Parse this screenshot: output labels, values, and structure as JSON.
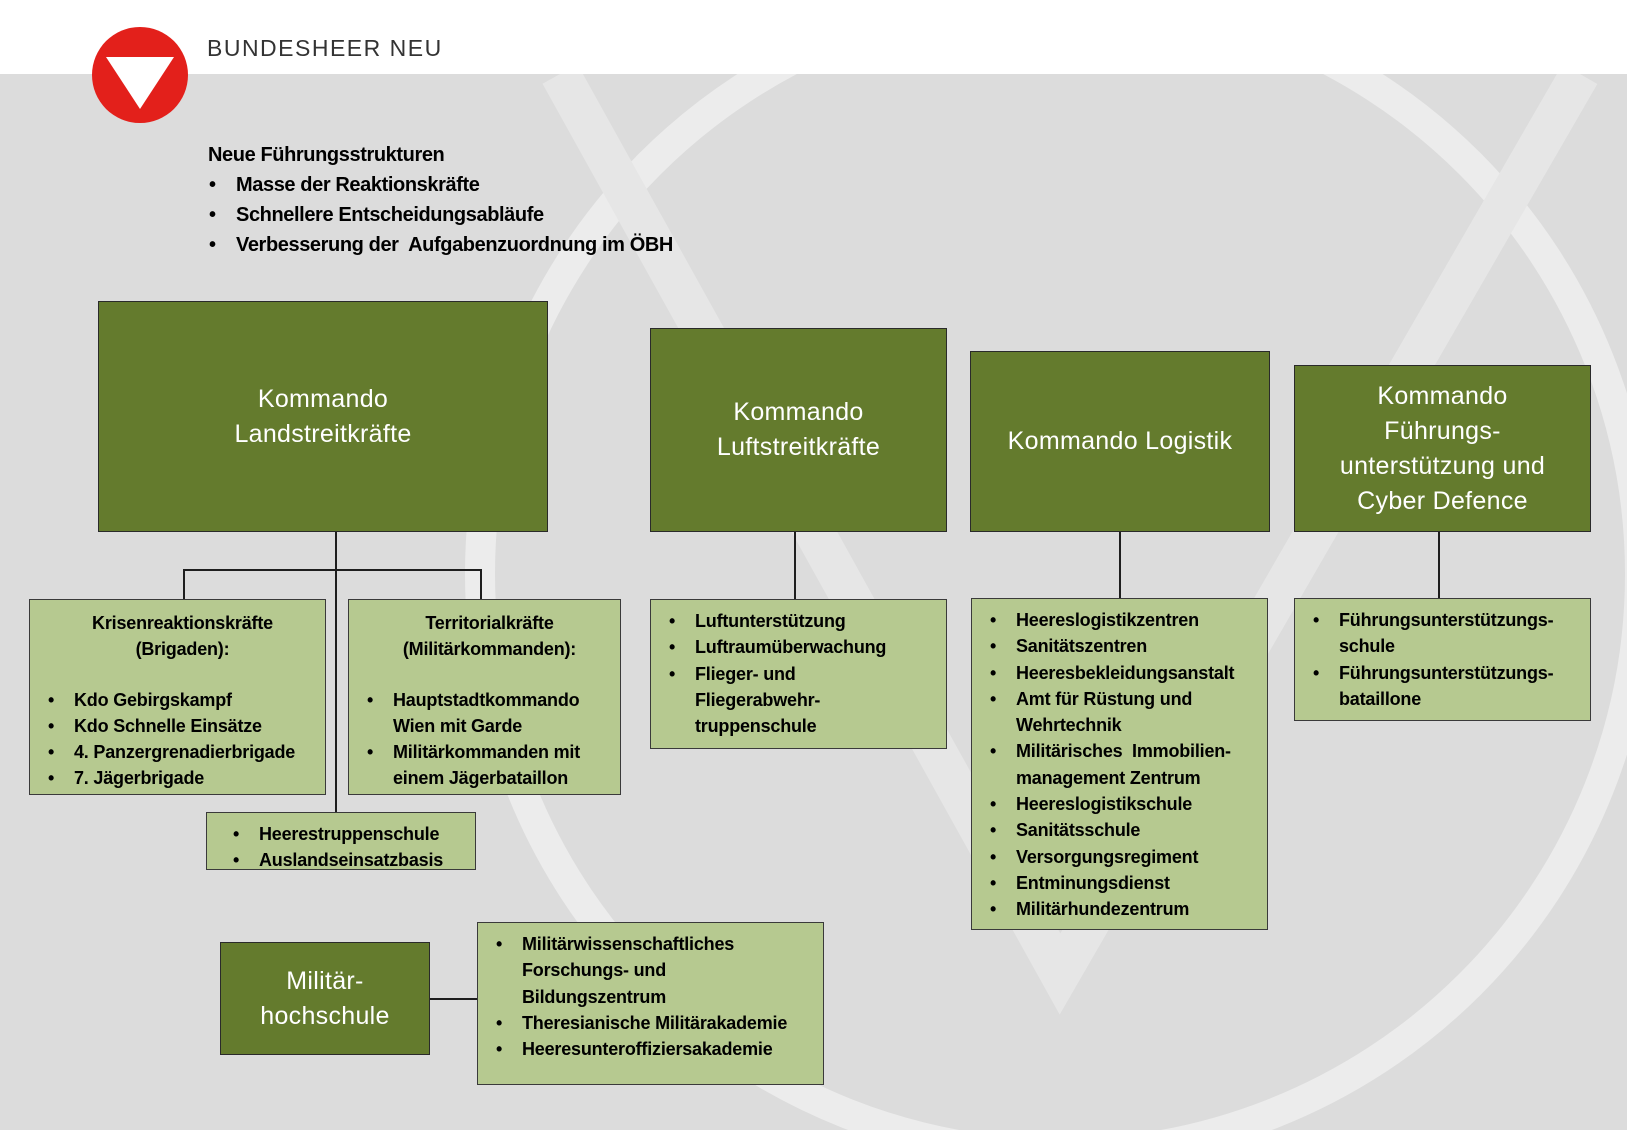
{
  "header": {
    "brand": "BUNDESHEER NEU"
  },
  "colors": {
    "dark_box": "#647b2d",
    "light_box": "#b6c990",
    "logo_red": "#e3201b",
    "background": "#dcdcdc"
  },
  "intro": {
    "title": "Neue Führungsstrukturen",
    "bullets": [
      "Masse der Reaktionskräfte",
      "Schnellere Entscheidungsabläufe",
      "Verbesserung der  Aufgabenzuordnung im ÖBH"
    ]
  },
  "commands": {
    "land": {
      "line1": "Kommando",
      "line2": "Landstreitkräfte"
    },
    "luft": {
      "line1": "Kommando",
      "line2": "Luftstreitkräfte"
    },
    "logistik": {
      "line1": "Kommando Logistik"
    },
    "cyber": {
      "line1": "Kommando",
      "line2": "Führungs-",
      "line3": "unterstützung und",
      "line4": "Cyber Defence"
    },
    "mil": {
      "line1": "Militär-",
      "line2": "hochschule"
    }
  },
  "units": {
    "krisen": {
      "head1": "Krisenreaktionskräfte",
      "head2": "(Brigaden):",
      "items": [
        "Kdo Gebirgskampf",
        "Kdo Schnelle Einsätze",
        "4. Panzergrenadierbrigade",
        "7. Jägerbrigade"
      ]
    },
    "territorial": {
      "head1": "Territorialkräfte",
      "head2": "(Militärkommanden):",
      "items": [
        "Hauptstadtkommando",
        "Wien mit Garde",
        "Militärkommanden mit",
        "einem Jägerbataillon"
      ]
    },
    "heeres": {
      "items": [
        "Heerestruppenschule",
        "Auslandseinsatzbasis"
      ]
    },
    "luft": {
      "items": [
        "Luftunterstützung",
        "Luftraumüberwachung",
        "Flieger- und",
        "Fliegerabwehr-",
        "truppenschule"
      ]
    },
    "logistik": {
      "items": [
        "Heereslogistikzentren",
        "Sanitätszentren",
        "Heeresbekleidungsanstalt",
        "Amt für Rüstung und",
        "Wehrtechnik",
        "Militärisches  Immobilien-",
        "management Zentrum",
        "Heereslogistikschule",
        "Sanitätsschule",
        "Versorgungsregiment",
        "Entminungsdienst",
        "Militärhundezentrum"
      ]
    },
    "cyber": {
      "items": [
        "Führungsunterstützungs-",
        "schule",
        "Führungsunterstützungs-",
        "bataillone"
      ]
    },
    "mil": {
      "items": [
        "Militärwissenschaftliches",
        "Forschungs- und",
        "Bildungszentrum",
        "Theresianische Militärakademie",
        "Heeresunteroffiziersakademie"
      ]
    }
  }
}
